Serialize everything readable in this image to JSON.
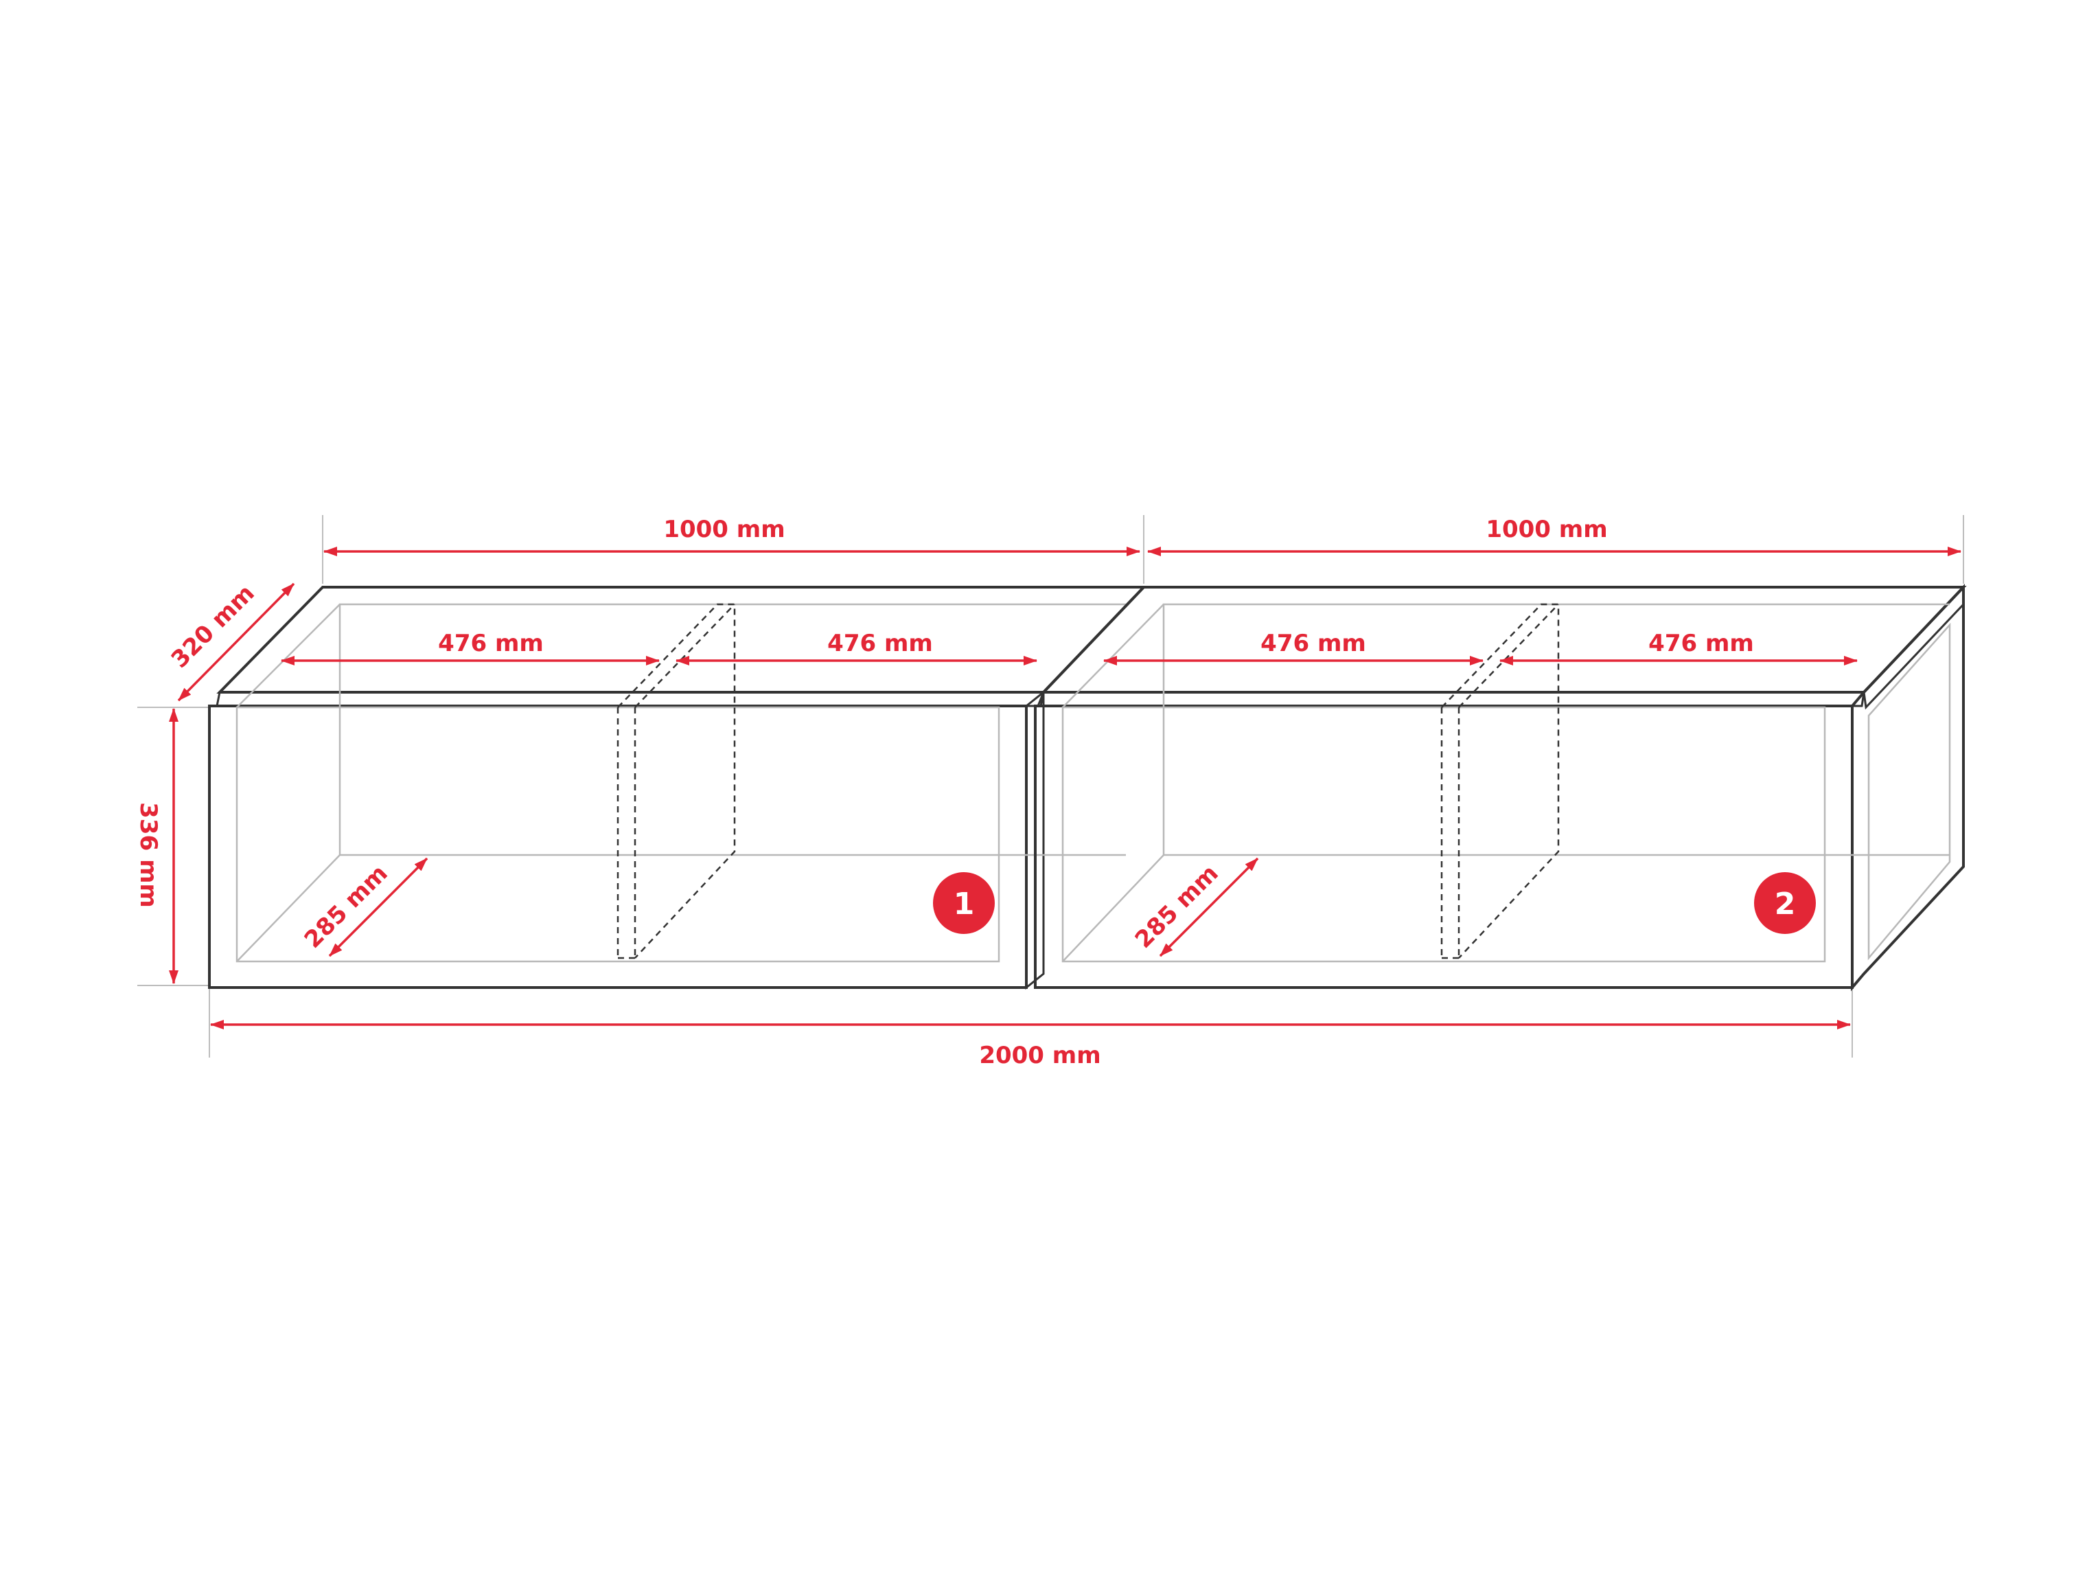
{
  "dimensions": {
    "top_left_width": "1000 mm",
    "top_right_width": "1000 mm",
    "depth": "320 mm",
    "height": "336 mm",
    "unit1_left_compartment": "476 mm",
    "unit1_right_compartment": "476 mm",
    "unit2_left_compartment": "476 mm",
    "unit2_right_compartment": "476 mm",
    "unit1_inner_depth": "285 mm",
    "unit2_inner_depth": "285 mm",
    "total_width": "2000 mm"
  },
  "units": [
    {
      "badge": "1"
    },
    {
      "badge": "2"
    }
  ],
  "colors": {
    "dimension": "#e32636",
    "outline": "#333333",
    "inner": "#b8b8b8"
  }
}
